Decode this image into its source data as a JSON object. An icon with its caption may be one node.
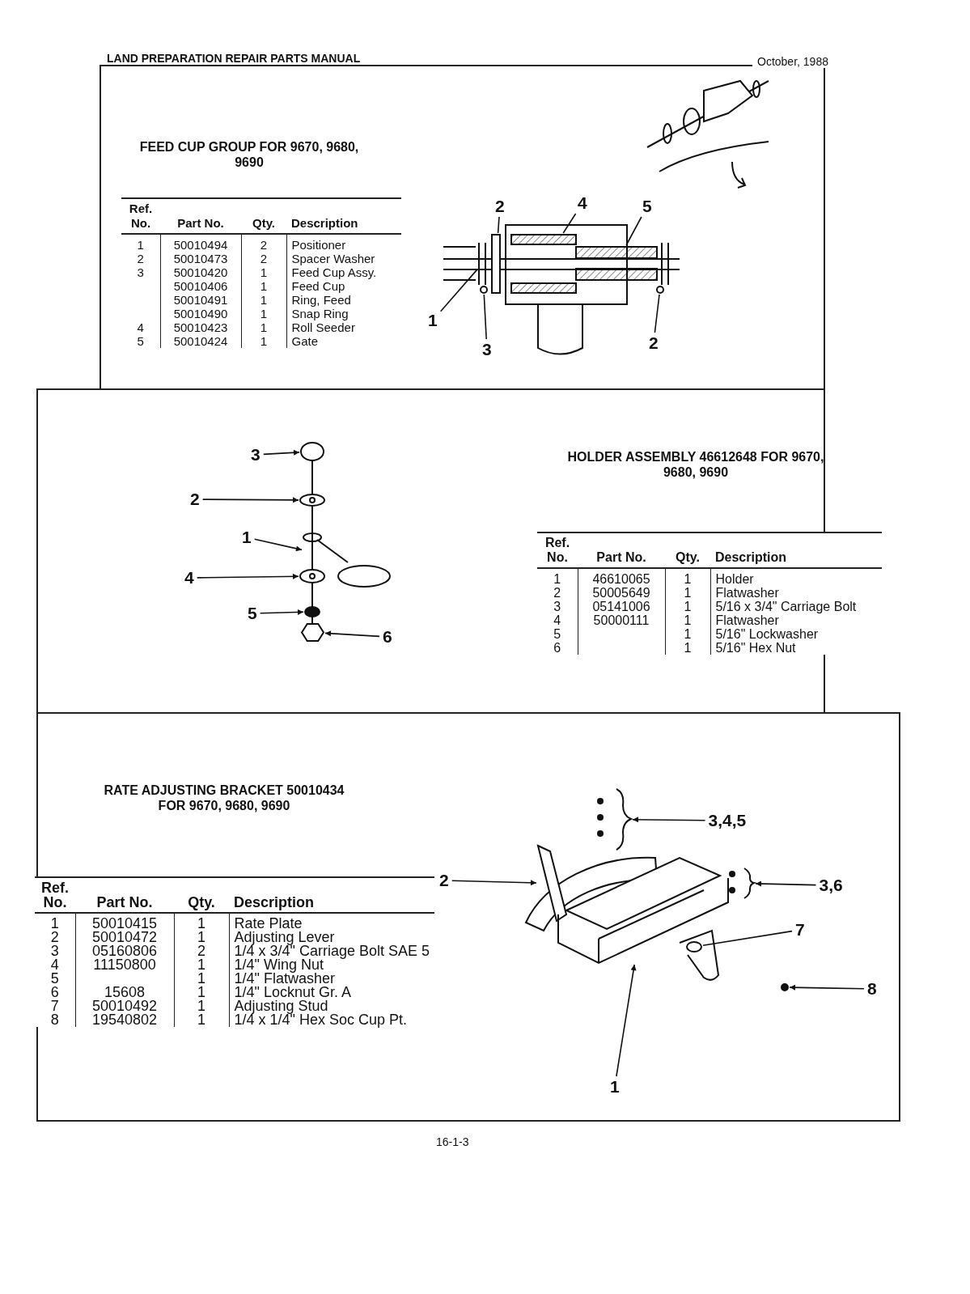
{
  "diagram": {
    "nodes": [
      {
        "text": [
          "FEED CUP GROUP FOR 9670, 9680, 9690"
        ]
      },
      {
        "text": [
          "2"
        ],
        "in": 0
      },
      {
        "text": [
          "4"
        ],
        "in": 0
      },
      {
        "text": [
          "5"
        ],
        "in": 0
      },
      {
        "text": [
          "1"
        ],
        "in": 0
      },
      {
        "text": [
          "3"
        ],
        "in": 0
      },
      {
        "text": [
          "2"
        ],
        "in": 0
      },
      {
        "text": [],
        "shape": "box",
        "in": 0
      },
      {
        "text": [],
        "shape": "picture",
        "in": 0
      },
      {
        "text": [],
        "shape": "picture",
        "in": 0
      },
      {
        "text": [],
        "shape": "picture",
        "in": 0
      },
      {
        "text": [],
        "shape": "circle",
        "in": 0
      },
      {
        "text": [],
        "shape": "picture",
        "in": 0
      },
      {
        "text": [
          "HOLDER ASSEMBLY 46612648 FOR 9670, 9680, 9690"
        ]
      },
      {
        "text": [
          "3"
        ],
        "in": 13
      },
      {
        "text": [
          "2"
        ],
        "in": 13
      },
      {
        "text": [
          "1"
        ],
        "in": 13
      },
      {
        "text": [
          "4"
        ],
        "in": 13
      },
      {
        "text": [
          "5"
        ],
        "in": 13
      },
      {
        "text": [
          "6"
        ],
        "in": 13
      },
      {
        "text": [],
        "shape": "circle",
        "in": 13
      },
      {
        "text": [],
        "shape": "picture",
        "in": 13
      },
      {
        "text": [],
        "shape": "picture",
        "in": 13
      },
      {
        "text": [],
        "shape": "picture",
        "in": 13
      },
      {
        "text": [],
        "shape": "circle",
        "in": 13
      },
      {
        "text": [],
        "shape": "hexagon",
        "in": 13
      },
      {
        "text": [
          "RATE ADJUSTING BRACKET 50010434 FOR 9670, 9680, 9690"
        ]
      },
      {
        "text": [
          "3,4,5"
        ],
        "in": 26
      },
      {
        "text": [
          "2"
        ],
        "in": 26
      },
      {
        "text": [
          "3,6"
        ],
        "in": 26
      },
      {
        "text": [
          "7"
        ],
        "in": 26
      },
      {
        "text": [
          "8"
        ],
        "in": 26
      },
      {
        "text": [
          "1"
        ],
        "in": 26
      },
      {
        "text": [],
        "shape": "picture",
        "in": 26
      },
      {
        "text": [],
        "shape": "picture",
        "in": 26
      },
      {
        "text": [],
        "shape": "picture",
        "in": 26
      },
      {
        "text": [],
        "shape": "circle",
        "in": 26
      },
      {
        "text": [],
        "shape": "circle",
        "in": 26
      },
      {
        "text": [],
        "shape": "picture",
        "in": 26
      }
    ],
    "edges": [
      {
        "from": 1,
        "to": 7,
        "arrow": "none"
      },
      {
        "from": 2,
        "to": 9,
        "arrow": "none"
      },
      {
        "from": 3,
        "to": 10,
        "arrow": "none"
      },
      {
        "from": 4,
        "to": 8,
        "arrow": "none"
      },
      {
        "from": 5,
        "to": 11,
        "arrow": "none"
      },
      {
        "from": 6,
        "to": 12,
        "arrow": "none"
      },
      {
        "from": 14,
        "to": 20,
        "arrow": "to"
      },
      {
        "from": 15,
        "to": 21,
        "arrow": "to"
      },
      {
        "from": 16,
        "to": 22,
        "arrow": "to"
      },
      {
        "from": 17,
        "to": 23,
        "arrow": "to"
      },
      {
        "from": 18,
        "to": 24,
        "arrow": "to"
      },
      {
        "from": 19,
        "to": 25,
        "arrow": "to"
      },
      {
        "from": 27,
        "to": 33,
        "arrow": "to"
      },
      {
        "from": 28,
        "to": 34,
        "arrow": "to"
      },
      {
        "from": 29,
        "to": 35,
        "arrow": "to"
      },
      {
        "from": 30,
        "to": 36,
        "arrow": "none"
      },
      {
        "from": 31,
        "to": 37,
        "arrow": "to"
      },
      {
        "from": 32,
        "to": 38,
        "arrow": "to"
      }
    ],
    "labels": [
      "LAND PREPARATION REPAIR PARTS MANUAL",
      "October, 1988",
      "Ref. No.",
      "Part No.",
      "Qty.",
      "Description",
      "1",
      "50010494",
      "2",
      "Positioner",
      "2",
      "50010473",
      "2",
      "Spacer Washer",
      "3",
      "50010420",
      "1",
      "Feed Cup Assy.",
      "50010406",
      "1",
      "Feed Cup",
      "50010491",
      "1",
      "Ring, Feed",
      "50010490",
      "1",
      "Snap Ring",
      "4",
      "50010423",
      "1",
      "Roll Seeder",
      "5",
      "50010424",
      "1",
      "Gate",
      "Ref. No.",
      "Part No.",
      "Qty.",
      "Description",
      "1",
      "46610065",
      "1",
      "Holder",
      "2",
      "50005649",
      "1",
      "Flatwasher",
      "3",
      "05141006",
      "1",
      "5/16 x 3/4\" Carriage Bolt",
      "4",
      "50000111",
      "1",
      "Flatwasher",
      "5",
      "1",
      "5/16\" Lockwasher",
      "6",
      "1",
      "5/16\" Hex Nut",
      "Ref. No.",
      "Part No.",
      "Qty.",
      "Description",
      "1",
      "50010415",
      "1",
      "Rate Plate",
      "2",
      "50010472",
      "1",
      "Adjusting Lever",
      "3",
      "05160806",
      "2",
      "1/4 x 3/4\" Carriage Bolt SAE 5",
      "4",
      "11150800",
      "1",
      "1/4\" Wing Nut",
      "5",
      "1",
      "1/4\" Flatwasher",
      "6",
      "15608",
      "1",
      "1/4\" Locknut Gr. A",
      "7",
      "50010492",
      "1",
      "Adjusting Stud",
      "8",
      "19540802",
      "1",
      "1/4 x 1/4\" Hex Soc Cup Pt.",
      "16-1-3"
    ]
  }
}
